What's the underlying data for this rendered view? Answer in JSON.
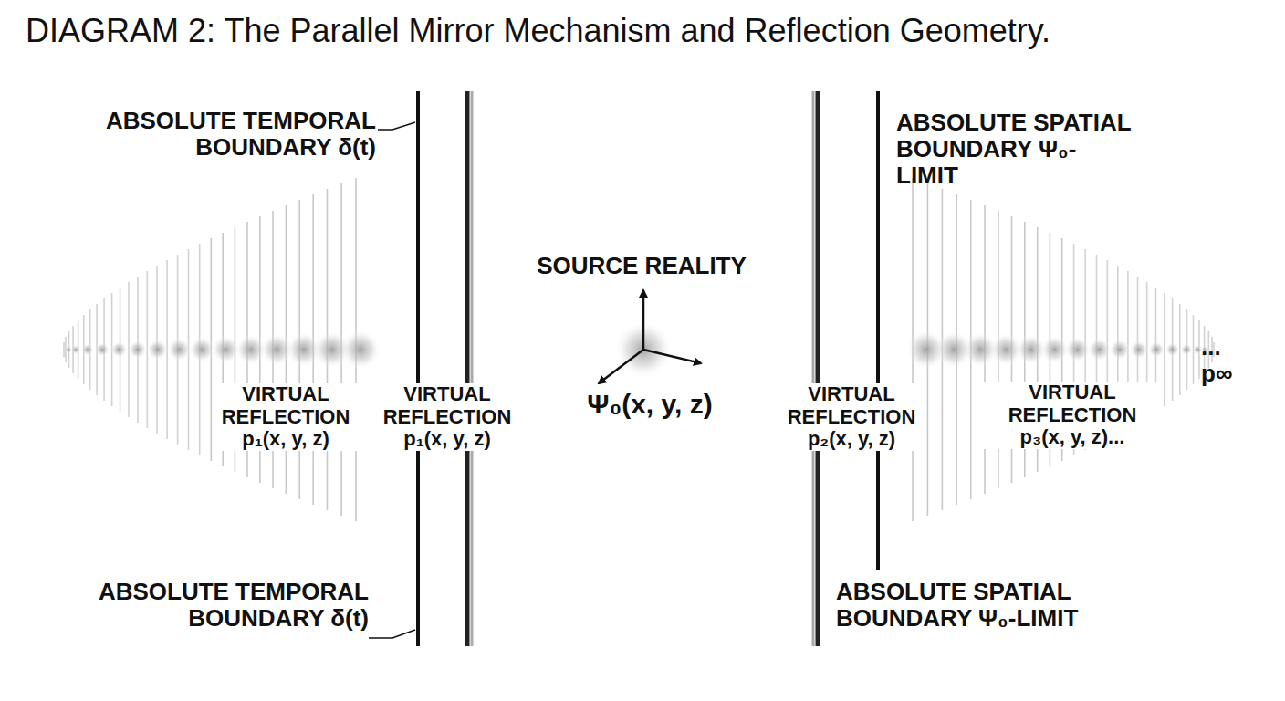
{
  "diagram": {
    "title": "DIAGRAM 2: The Parallel Mirror Mechanism and Reflection Geometry.",
    "labels": [
      "ABSOLUTE TEMPORAL BOUNDARY δ(t)",
      "ABSOLUTE TEMPORAL BOUNDARY δ(t)",
      "ABSOLUTE SPATIAL BOUNDARY Ψ₀-LIMIT",
      "ABSOLUTE SPATIAL BOUNDARY Ψ₀-LIMIT",
      "SOURCE REALITY",
      "Ψ₀(x, y, z)",
      "VIRTUAL REFLECTION p₁(x, y, z)",
      "VIRTUAL REFLECTION p₁(x, y, z)",
      "VIRTUAL REFLECTION p₂(x, y, z)",
      "VIRTUAL REFLECTION p₃(x, y, z)...",
      "... p∞"
    ]
  }
}
